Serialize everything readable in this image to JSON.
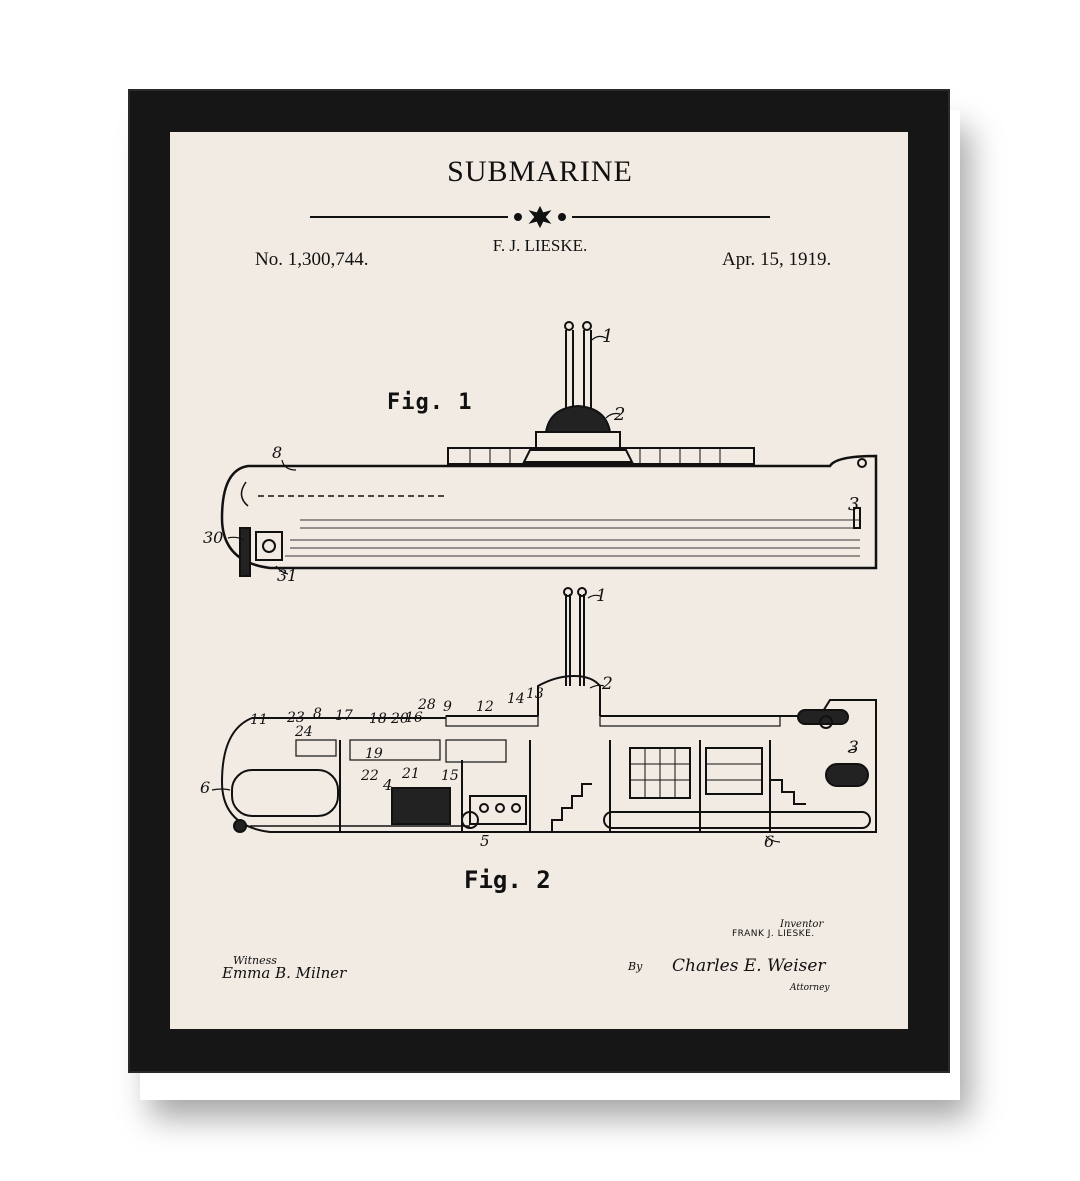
{
  "poster": {
    "title": "SUBMARINE",
    "inventor": "F. J. LIESKE.",
    "patent_number": "No. 1,300,744.",
    "patent_date": "Apr. 15, 1919.",
    "fig1_label": "Fig. 1",
    "fig2_label": "Fig. 2",
    "witness_label": "Witness",
    "witness_signature": "Emma B. Milner",
    "inventor_label": "Inventor",
    "inventor_name": "FRANK J. LIESKE.",
    "by_label": "By",
    "attorney_signature": "Charles E. Weiser",
    "attorney_label": "Attorney"
  },
  "fig1_callouts": [
    "1",
    "2",
    "3",
    "8",
    "30",
    "31"
  ],
  "fig2_callouts": [
    "1",
    "2",
    "3",
    "4",
    "5",
    "6",
    "6",
    "8",
    "9",
    "11",
    "12",
    "13",
    "14",
    "15",
    "16",
    "17",
    "18",
    "19",
    "20",
    "21",
    "22",
    "23",
    "24",
    "28"
  ],
  "colors": {
    "frame": "#161616",
    "paper": "#f1ebe4",
    "ink": "#111111"
  }
}
